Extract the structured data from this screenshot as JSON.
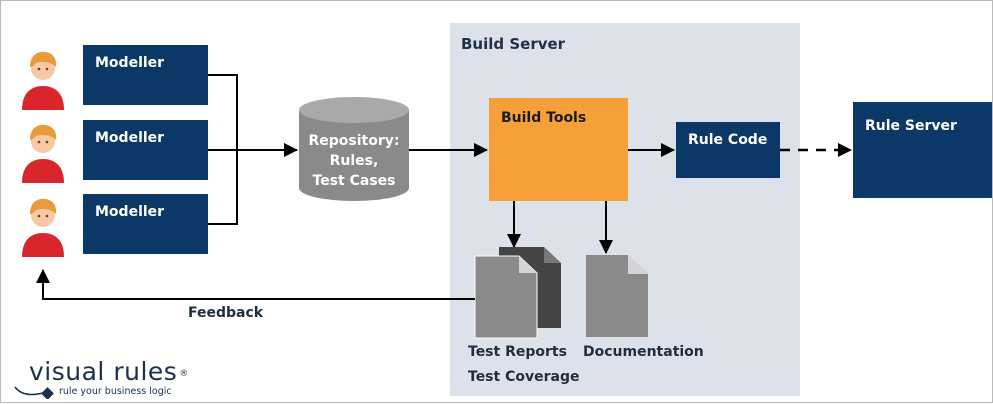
{
  "build_server": {
    "title": "Build Server"
  },
  "modellers": [
    {
      "label": "Modeller",
      "icon": "user-icon"
    },
    {
      "label": "Modeller",
      "icon": "user-icon"
    },
    {
      "label": "Modeller",
      "icon": "user-icon"
    }
  ],
  "repository": {
    "lines": [
      "Repository:",
      "Rules,",
      "Test Cases"
    ],
    "icon": "database-cylinder-icon"
  },
  "build_tools": {
    "label": "Build Tools"
  },
  "rule_code": {
    "label": "Rule Code"
  },
  "rule_server": {
    "label": "Rule Server"
  },
  "outputs": {
    "reports_line1": "Test Reports",
    "reports_line2": "Test Coverage",
    "documentation": "Documentation"
  },
  "feedback": {
    "label": "Feedback"
  },
  "brand": {
    "name": "visual rules",
    "mark": "®",
    "tagline": "rule your business logic"
  },
  "colors": {
    "navy": "#0b3866",
    "orange": "#f7a03a",
    "panel": "#dde2ea",
    "gray": "#8a8a8a",
    "person_shirt": "#d9262c",
    "person_hair": "#e89a3d"
  }
}
